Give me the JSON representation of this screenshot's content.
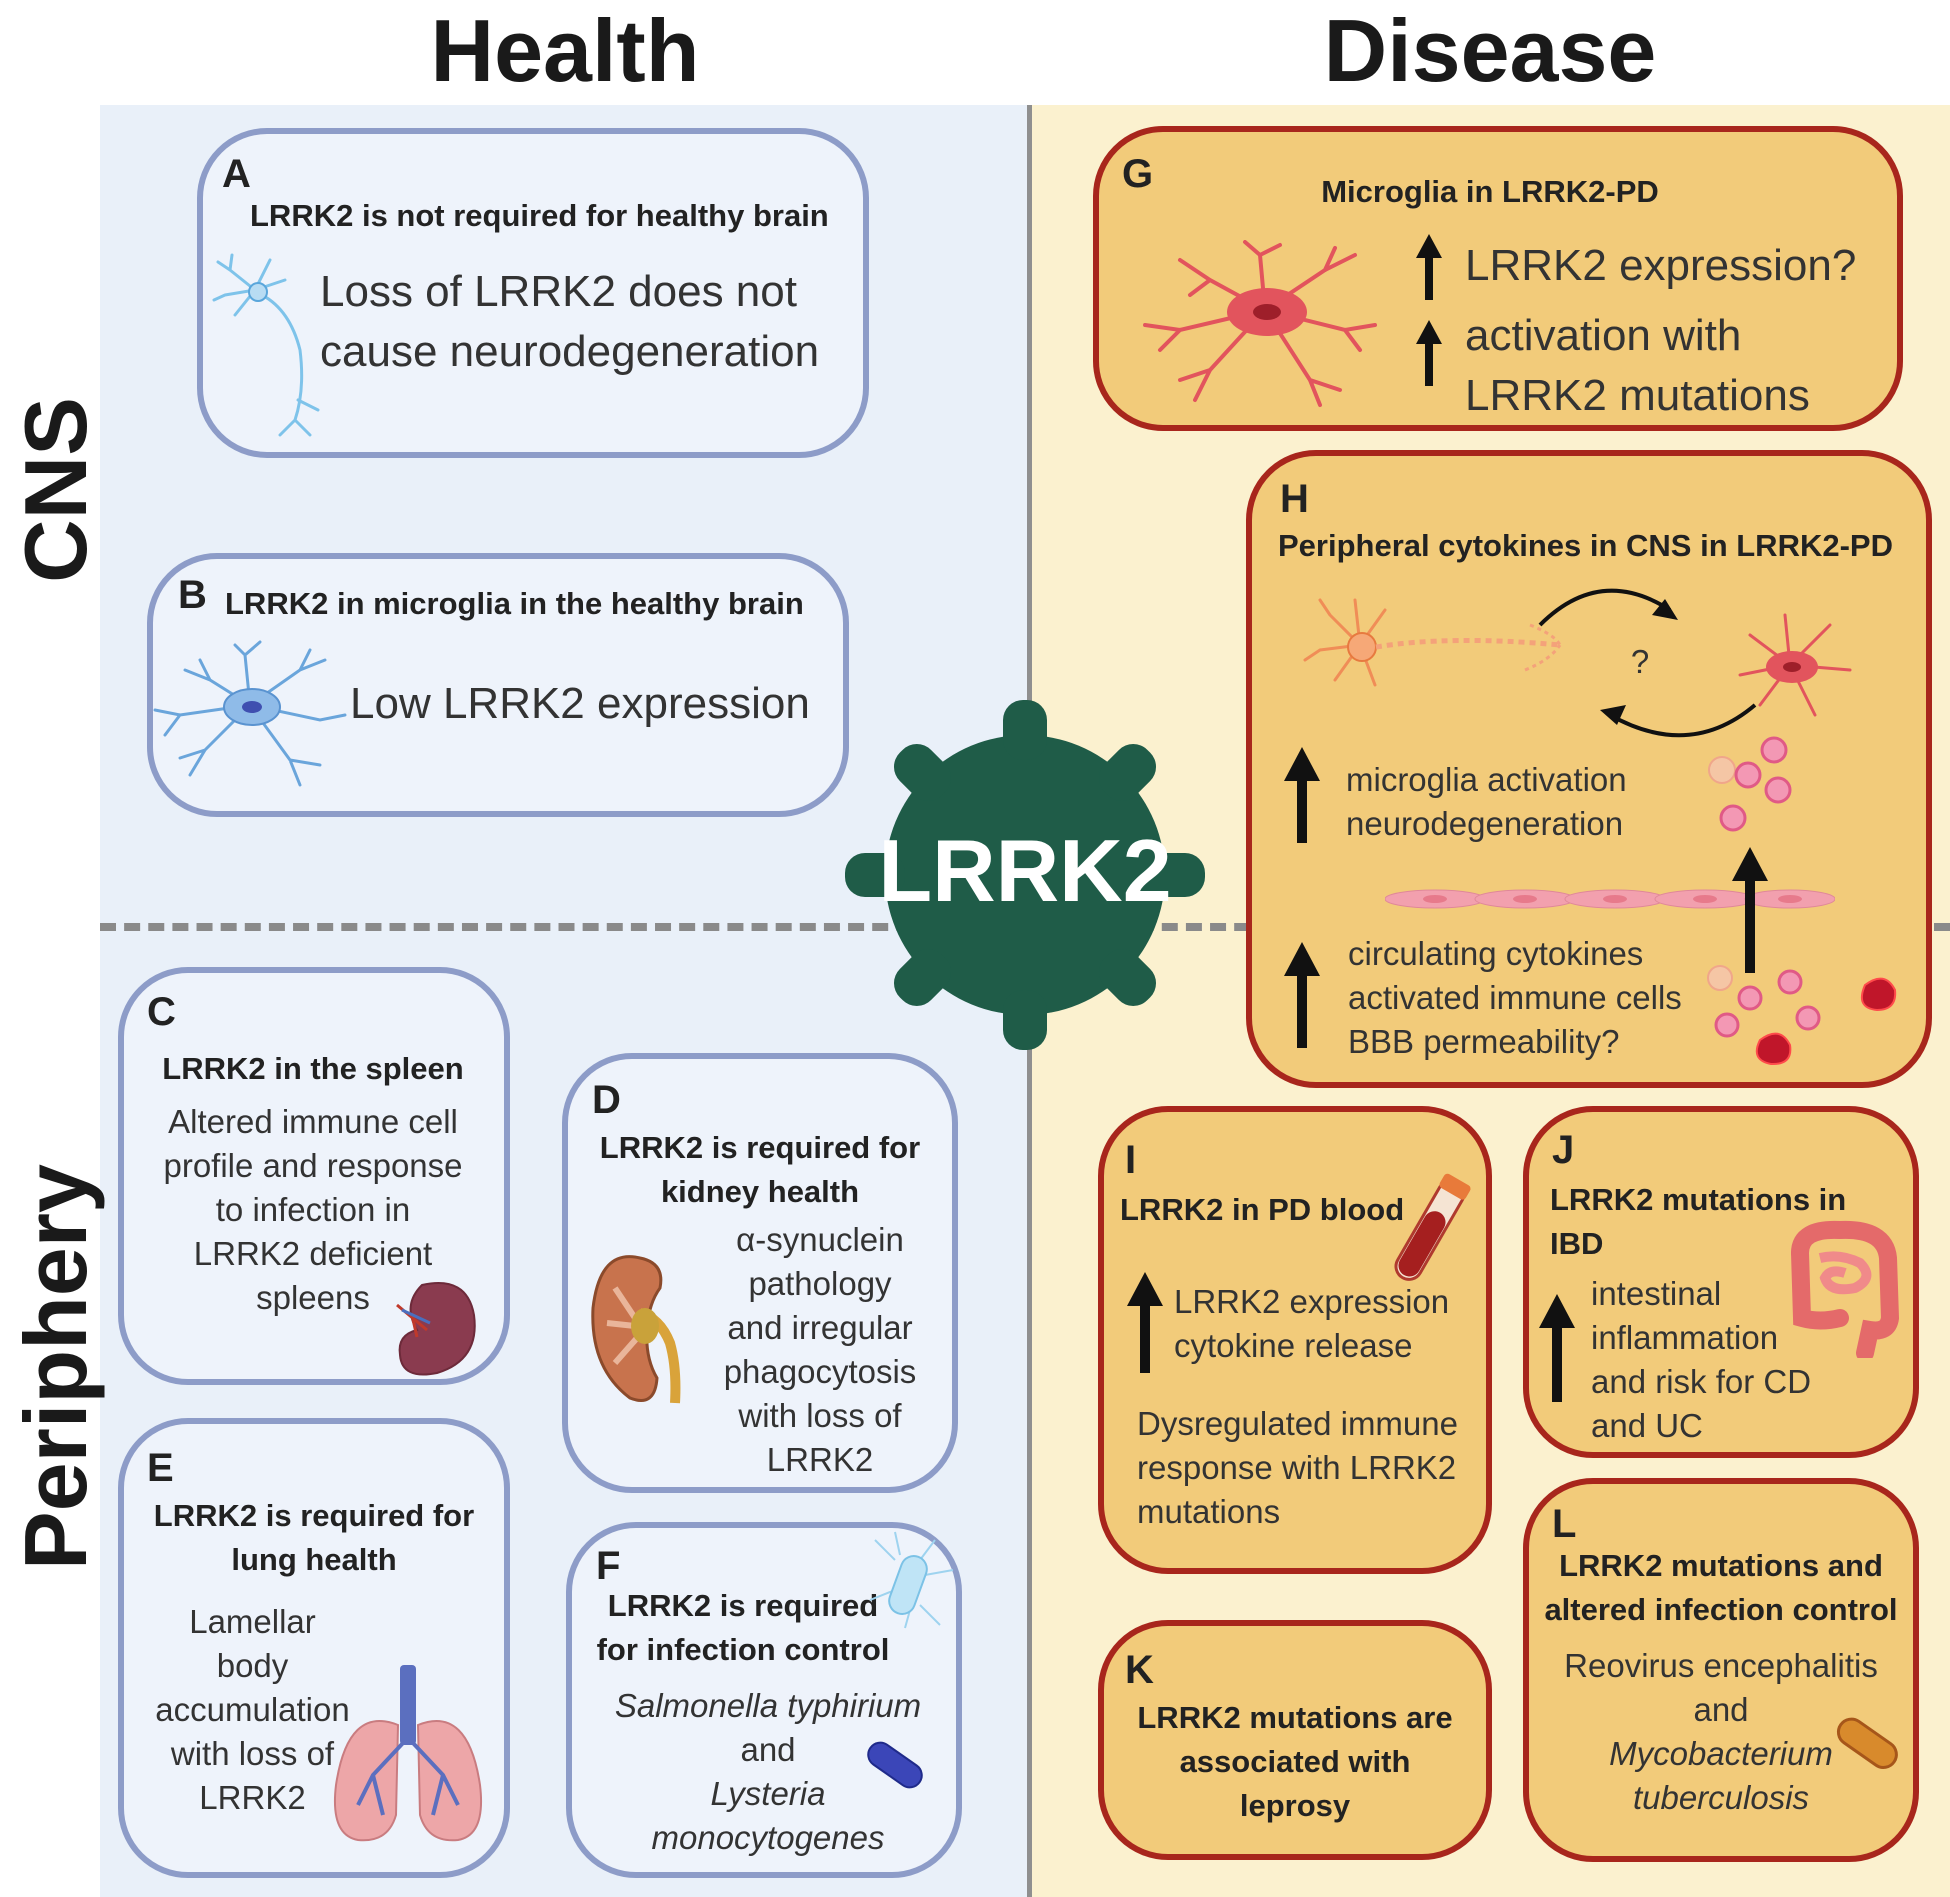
{
  "columns": {
    "health": "Health",
    "disease": "Disease"
  },
  "rows": {
    "cns": "CNS",
    "periphery": "Periphery"
  },
  "center_label": "LRRK2",
  "boxes": {
    "A": {
      "letter": "A",
      "title": "LRRK2 is not required for healthy brain",
      "text1": "Loss of LRRK2 does not",
      "text2": "cause neurodegeneration"
    },
    "B": {
      "letter": "B",
      "title": "LRRK2 in microglia in the healthy brain",
      "text": "Low LRRK2 expression"
    },
    "C": {
      "letter": "C",
      "title": "LRRK2 in the spleen",
      "lines": [
        "Altered immune cell",
        "profile and response",
        "to infection in",
        "LRRK2 deficient",
        "spleens"
      ]
    },
    "D": {
      "letter": "D",
      "title1": "LRRK2 is required for",
      "title2": "kidney health",
      "lines": [
        "α-synuclein",
        "pathology",
        "and irregular",
        "phagocytosis",
        "with loss of",
        "LRRK2"
      ]
    },
    "E": {
      "letter": "E",
      "title1": "LRRK2 is required for",
      "title2": "lung health",
      "lines": [
        "Lamellar",
        "body",
        "accumulation",
        "with loss of",
        "LRRK2"
      ]
    },
    "F": {
      "letter": "F",
      "title1": "LRRK2 is required",
      "title2": "for infection control",
      "lines": [
        "Salmonella typhirium",
        "and",
        "Lysteria",
        "monocytogenes"
      ]
    },
    "G": {
      "letter": "G",
      "title": "Microglia in LRRK2-PD",
      "line1": "LRRK2 expression?",
      "line2": "activation with",
      "line3": "LRRK2 mutations"
    },
    "H": {
      "letter": "H",
      "title": "Peripheral cytokines in CNS in LRRK2-PD",
      "question": "?",
      "upper1": "microglia activation",
      "upper2": "neurodegeneration",
      "lower1": "circulating cytokines",
      "lower2": "activated immune cells",
      "lower3": "BBB permeability?"
    },
    "I": {
      "letter": "I",
      "title": "LRRK2 in PD blood",
      "line1": "LRRK2 expression",
      "line2": "cytokine release",
      "lines": [
        "Dysregulated immune",
        "response with LRRK2",
        "mutations"
      ]
    },
    "J": {
      "letter": "J",
      "title1": "LRRK2 mutations in",
      "title2": "IBD",
      "lines": [
        "intestinal",
        "inflammation",
        "and risk for CD",
        "and UC"
      ]
    },
    "K": {
      "letter": "K",
      "lines": [
        "LRRK2 mutations are",
        "associated with",
        "leprosy"
      ]
    },
    "L": {
      "letter": "L",
      "title1": "LRRK2 mutations and",
      "title2": "altered infection control",
      "lines": [
        "Reovirus encephalitis",
        "and",
        "Mycobacterium",
        "tuberculosis"
      ]
    }
  },
  "colors": {
    "health_bg": "#e9f0f9",
    "disease_bg": "#fbf1cf",
    "health_border": "#8d9cc8",
    "disease_border": "#a8261c",
    "disease_box": "#f2cb7a",
    "lrrk2": "#1f5c48"
  }
}
